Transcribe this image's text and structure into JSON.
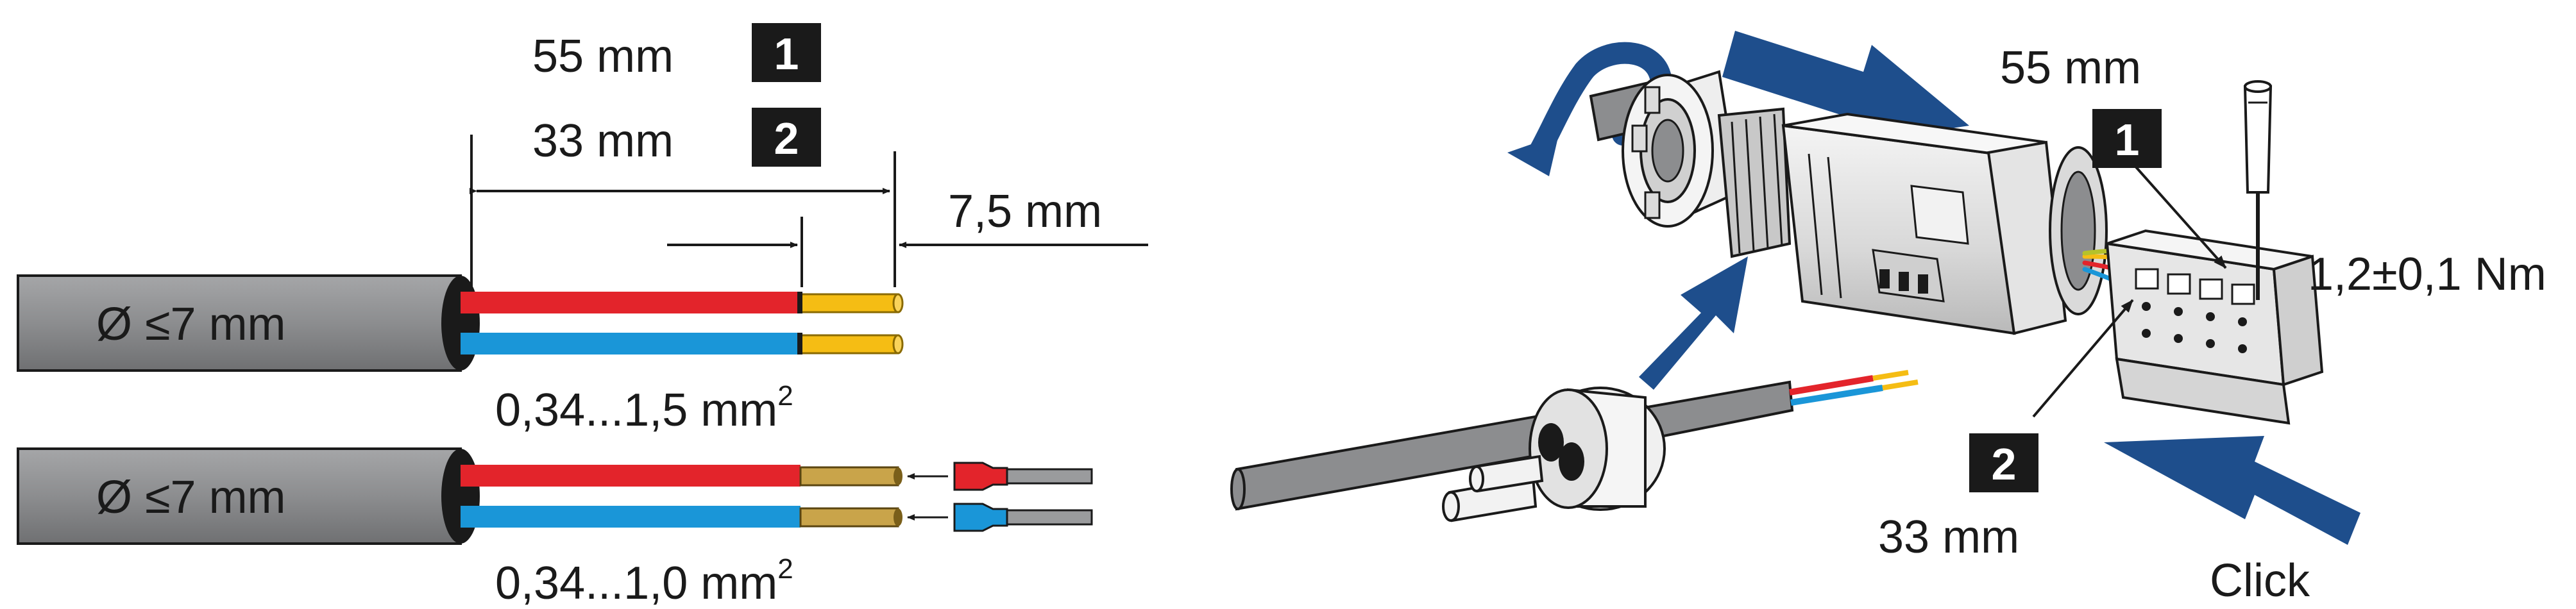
{
  "colors": {
    "jacket": "#8c8d8f",
    "red_core": "#e3242b",
    "blue_core": "#1a96d8",
    "conductor": "#f5bd14",
    "ferrule": "#c9a44a",
    "arrow": "#1e4e8c",
    "badge": "#1a1a1a",
    "outline": "#1a1a1a"
  },
  "stripping": {
    "length_1": "55 mm",
    "badge_1": "1",
    "length_2": "33 mm",
    "badge_2": "2",
    "strip_length": "7,5 mm"
  },
  "cables": [
    {
      "diameter": "Ø ≤7 mm",
      "cross_section": "0,34...1,5 mm",
      "cross_section_exp": "2",
      "icon": "cable-stripped-icon"
    },
    {
      "diameter": "Ø ≤7 mm",
      "cross_section": "0,34...1,0 mm",
      "cross_section_exp": "2",
      "icon": "cable-ferrule-icon"
    }
  ],
  "assembly": {
    "length_1": "55 mm",
    "badge_1": "1",
    "badge_2": "2",
    "length_2": "33 mm",
    "torque": "1,2±0,1 Nm",
    "click": "Click",
    "icons": [
      "rotate-arrow-icon",
      "push-arrow-icon",
      "screwdriver-icon",
      "connector-icon",
      "seal-icon"
    ]
  }
}
